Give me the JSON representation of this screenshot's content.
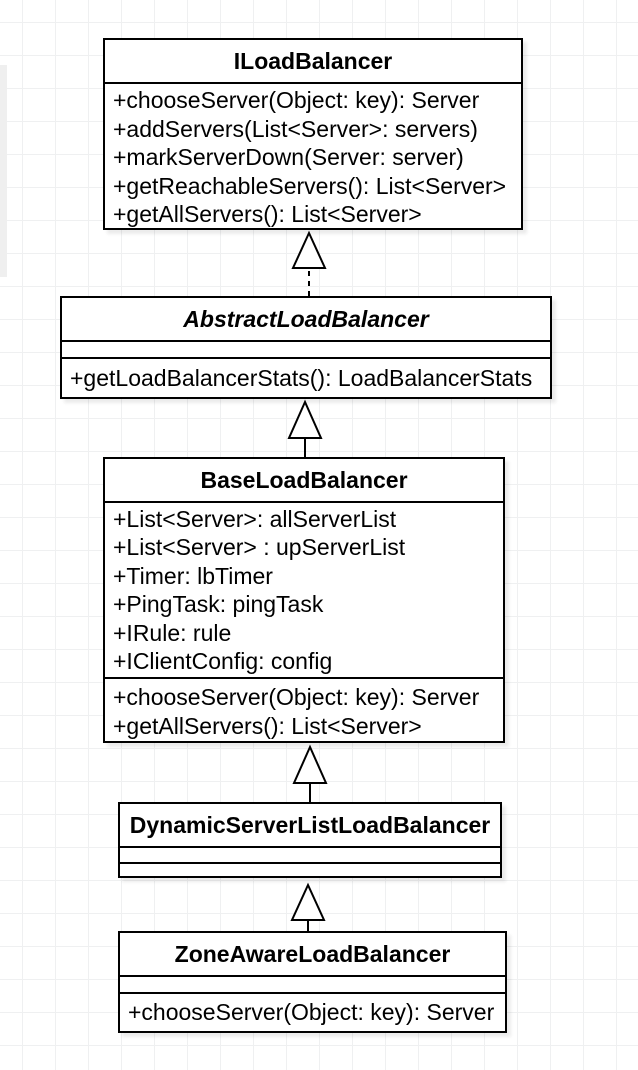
{
  "diagram": {
    "classes": [
      {
        "name": "ILoadBalancer",
        "attributes": [],
        "methods": [
          "+chooseServer(Object: key): Server",
          "+addServers(List<Server>: servers)",
          "+markServerDown(Server: server)",
          "+getReachableServers(): List<Server>",
          "+getAllServers(): List<Server>"
        ]
      },
      {
        "name": "AbstractLoadBalancer",
        "abstract": true,
        "attributes": [],
        "methods": [
          "+getLoadBalancerStats(): LoadBalancerStats"
        ]
      },
      {
        "name": "BaseLoadBalancer",
        "attributes": [
          "+List<Server>: allServerList",
          "+List<Server> : upServerList",
          "+Timer: lbTimer",
          "+PingTask: pingTask",
          "+IRule: rule",
          "+IClientConfig: config"
        ],
        "methods": [
          "+chooseServer(Object: key): Server",
          "+getAllServers(): List<Server>"
        ]
      },
      {
        "name": "DynamicServerListLoadBalancer",
        "attributes": [],
        "methods": []
      },
      {
        "name": "ZoneAwareLoadBalancer",
        "attributes": [],
        "methods": [
          "+chooseServer(Object: key): Server"
        ]
      }
    ],
    "relations": [
      {
        "from": "AbstractLoadBalancer",
        "to": "ILoadBalancer",
        "type": "realization",
        "line": "dashed",
        "arrowhead": "hollow-triangle"
      },
      {
        "from": "BaseLoadBalancer",
        "to": "AbstractLoadBalancer",
        "type": "generalization",
        "line": "solid",
        "arrowhead": "hollow-triangle"
      },
      {
        "from": "DynamicServerListLoadBalancer",
        "to": "BaseLoadBalancer",
        "type": "generalization",
        "line": "solid",
        "arrowhead": "hollow-triangle"
      },
      {
        "from": "ZoneAwareLoadBalancer",
        "to": "DynamicServerListLoadBalancer",
        "type": "generalization",
        "line": "solid",
        "arrowhead": "hollow-triangle"
      }
    ],
    "colors": {
      "shape_fill": "#ffffff",
      "shape_stroke": "#000000",
      "text": "#000000",
      "grid_line": "#eff0f1",
      "canvas": "#ffffff"
    }
  }
}
